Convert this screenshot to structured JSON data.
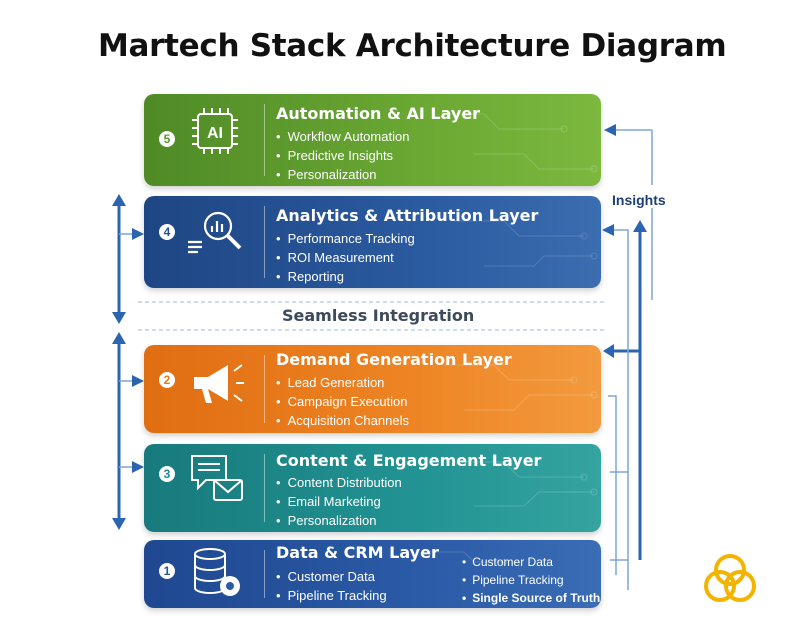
{
  "title": "Martech Stack Architecture Diagram",
  "integration_label": "Seamless Integration",
  "insights_label": "Insights",
  "colors": {
    "automation": "#5e9a2c",
    "analytics": "#24508e",
    "demand": "#e8791a",
    "content": "#1f8a8a",
    "data": "#27539b",
    "arrow": "#2b64b0"
  },
  "layers": [
    {
      "number": "5",
      "title": "Automation & AI Layer",
      "icon": "ai-chip-icon",
      "items": [
        "Workflow Automation",
        "Predictive Insights",
        "Personalization"
      ]
    },
    {
      "number": "4",
      "title": "Analytics & Attribution Layer",
      "icon": "analytics-magnifier-icon",
      "items": [
        "Performance Tracking",
        "ROI Measurement",
        "Reporting"
      ]
    },
    {
      "number": "2",
      "title": "Demand Generation Layer",
      "icon": "megaphone-icon",
      "items": [
        "Lead Generation",
        "Campaign Execution",
        "Acquisition Channels"
      ]
    },
    {
      "number": "3",
      "title": "Content & Engagement Layer",
      "icon": "message-envelope-icon",
      "items": [
        "Content Distribution",
        "Email Marketing",
        "Personalization"
      ]
    },
    {
      "number": "1",
      "title": "Data & CRM Layer",
      "icon": "database-gear-icon",
      "items": [
        "Customer Data",
        "Pipeline Tracking"
      ],
      "items_right": [
        "Customer Data",
        "Pipeline Tracking",
        "Single Source of Truth"
      ]
    }
  ]
}
